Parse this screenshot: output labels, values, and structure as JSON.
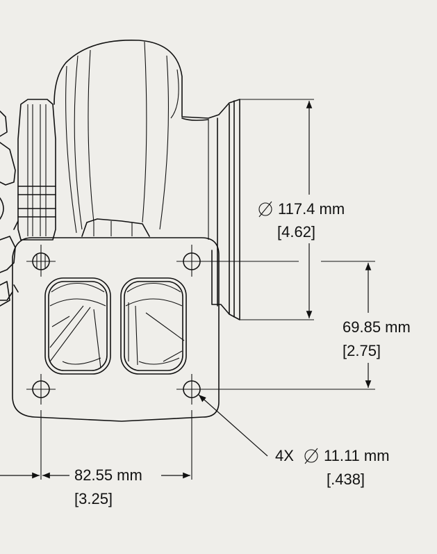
{
  "dimensions": {
    "flange_diameter": {
      "symbol": "∅",
      "metric": "117.4 mm",
      "imperial": "[4.62]"
    },
    "bolt_spacing_vertical": {
      "metric": "69.85 mm",
      "imperial": "[2.75]"
    },
    "bolt_spacing_horizontal": {
      "metric": "82.55 mm",
      "imperial": "[3.25]"
    },
    "bolt_hole": {
      "count": "4X",
      "symbol": "∅",
      "metric": "11.11 mm",
      "imperial": "[.438]"
    }
  },
  "colors": {
    "background": "#efeeea",
    "line": "#111111"
  }
}
